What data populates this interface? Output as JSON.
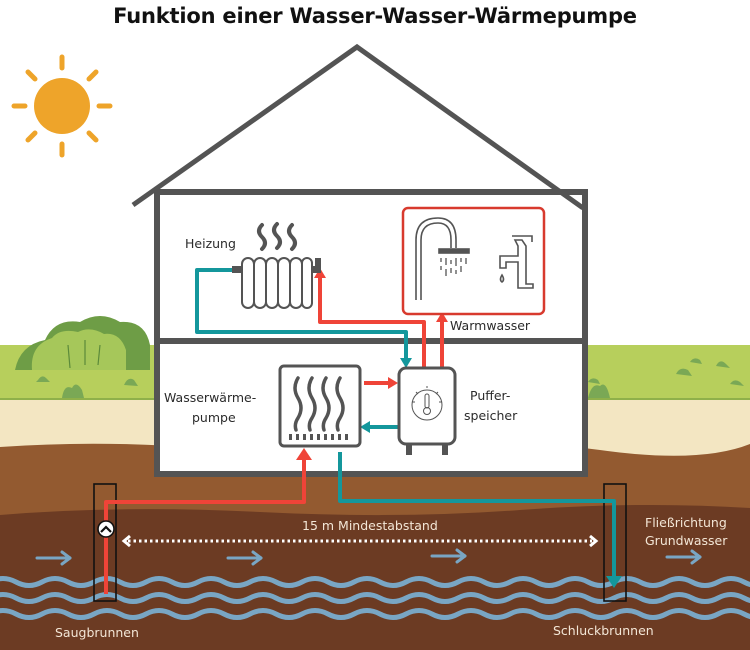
{
  "title": "Funktion einer Wasser-Wasser-Wärmepumpe",
  "labels": {
    "heating": "Heizung",
    "hot_water": "Warmwasser",
    "heat_pump_line1": "Wasserwärme-",
    "heat_pump_line2": "pumpe",
    "buffer_line1": "Puffer-",
    "buffer_line2": "speicher",
    "distance": "15 m Mindestabstand",
    "flow_line1": "Fließrichtung",
    "flow_line2": "Grundwasser",
    "suction_well": "Saugbrunnen",
    "injection_well": "Schluckbrunnen"
  },
  "colors": {
    "hot_pipe": "#ef4438",
    "cold_pipe": "#14979c",
    "house_outline": "#545454",
    "sun": "#eea42a",
    "grass": "#b7cf5c",
    "sand": "#f3e6c2",
    "soil_upper": "#935a30",
    "soil_lower": "#6c3b23",
    "groundwater": "#79a6c4"
  },
  "icons": [
    "sun-icon",
    "bush-icon",
    "radiator-icon",
    "steam-icon",
    "shower-icon",
    "faucet-icon",
    "heat-pump-icon",
    "buffer-tank-icon",
    "thermometer-icon",
    "pump-icon",
    "flow-arrow-icon"
  ]
}
